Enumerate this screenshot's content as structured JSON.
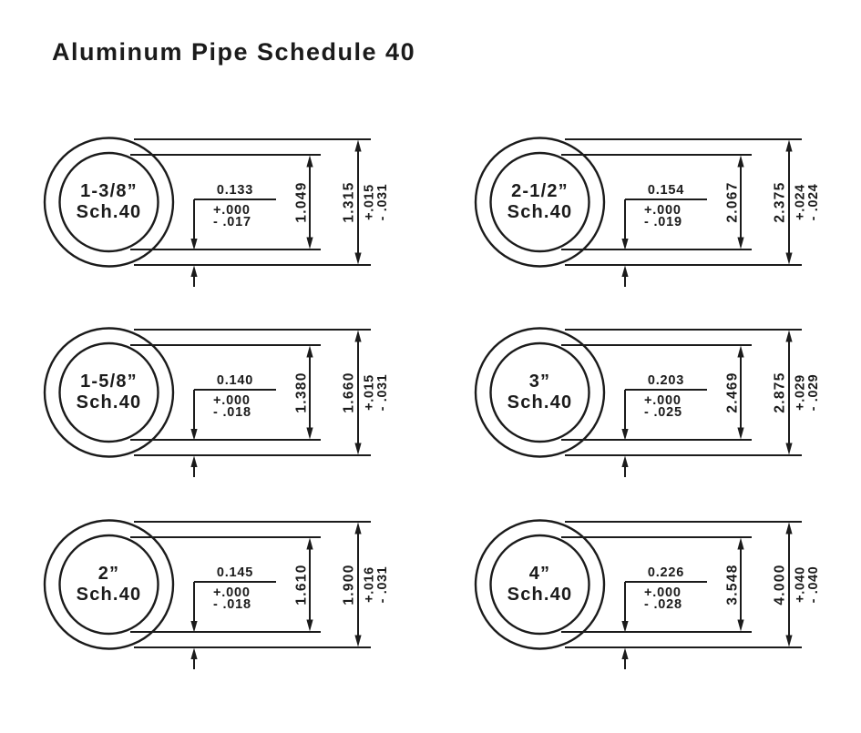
{
  "title": "Aluminum Pipe Schedule 40",
  "colors": {
    "ink": "#1b1b1b",
    "background": "#ffffff"
  },
  "pipes": [
    {
      "size": "1-3/8”",
      "schedule": "Sch.40",
      "wall_thickness": "0.133",
      "wall_tol_plus": "+.000",
      "wall_tol_minus": "- .017",
      "inner_diameter": "1.049",
      "outer_diameter": "1.315",
      "od_tol_plus": "+.015",
      "od_tol_minus": "- .031"
    },
    {
      "size": "2-1/2”",
      "schedule": "Sch.40",
      "wall_thickness": "0.154",
      "wall_tol_plus": "+.000",
      "wall_tol_minus": "- .019",
      "inner_diameter": "2.067",
      "outer_diameter": "2.375",
      "od_tol_plus": "+.024",
      "od_tol_minus": "- .024"
    },
    {
      "size": "1-5/8”",
      "schedule": "Sch.40",
      "wall_thickness": "0.140",
      "wall_tol_plus": "+.000",
      "wall_tol_minus": "- .018",
      "inner_diameter": "1.380",
      "outer_diameter": "1.660",
      "od_tol_plus": "+.015",
      "od_tol_minus": "- .031"
    },
    {
      "size": "3”",
      "schedule": "Sch.40",
      "wall_thickness": "0.203",
      "wall_tol_plus": "+.000",
      "wall_tol_minus": "- .025",
      "inner_diameter": "2.469",
      "outer_diameter": "2.875",
      "od_tol_plus": "+.029",
      "od_tol_minus": "- .029"
    },
    {
      "size": "2”",
      "schedule": "Sch.40",
      "wall_thickness": "0.145",
      "wall_tol_plus": "+.000",
      "wall_tol_minus": "- .018",
      "inner_diameter": "1.610",
      "outer_diameter": "1.900",
      "od_tol_plus": "+.016",
      "od_tol_minus": "- .031"
    },
    {
      "size": "4”",
      "schedule": "Sch.40",
      "wall_thickness": "0.226",
      "wall_tol_plus": "+.000",
      "wall_tol_minus": "- .028",
      "inner_diameter": "3.548",
      "outer_diameter": "4.000",
      "od_tol_plus": "+.040",
      "od_tol_minus": "- .040"
    }
  ]
}
